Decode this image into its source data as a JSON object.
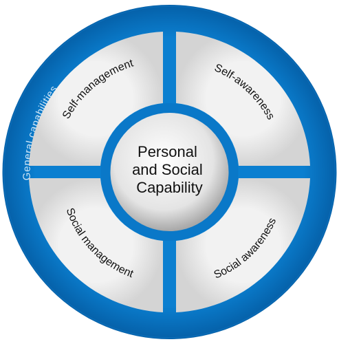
{
  "ring": {
    "label": "General capabilities"
  },
  "center": {
    "lines": [
      "Personal",
      "and Social",
      "Capability"
    ]
  },
  "quadrants": {
    "top_left": "Self-management",
    "top_right": "Self-awareness",
    "bottom_left": "Social management",
    "bottom_right": "Social awareness"
  },
  "colors": {
    "ring_blue": "#0a78c8",
    "ring_dark": "#045a9c",
    "quadrant_fill": "#e6e6e6",
    "center_fill": "#dcdcdc"
  }
}
